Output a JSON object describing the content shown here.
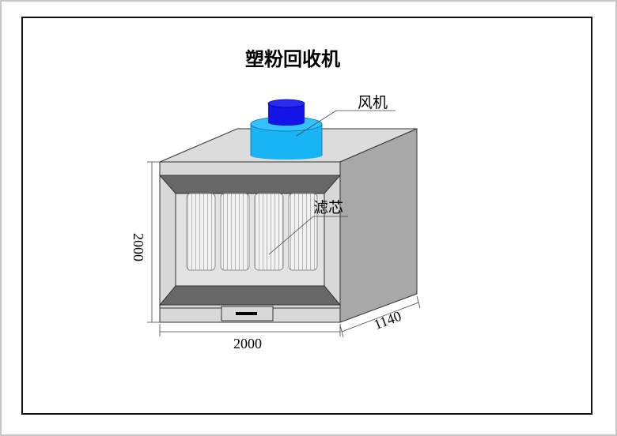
{
  "title": "塑粉回收机",
  "labels": {
    "fan": "风机",
    "filter": "滤芯"
  },
  "dimensions": {
    "height": "2000",
    "width": "2000",
    "depth": "1140"
  },
  "colors": {
    "fan_base": "#19b4f4",
    "fan_base_top": "#34c2ff",
    "fan_top": "#1414e6",
    "fan_top_cap": "#2a2af0"
  }
}
